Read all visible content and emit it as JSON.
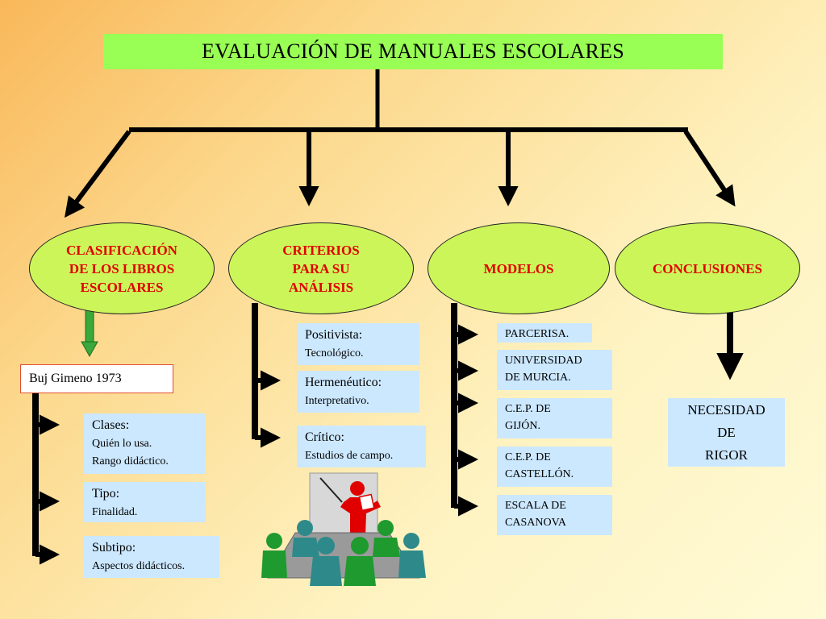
{
  "title": "EVALUACIÓN DE MANUALES ESCOLARES",
  "nodes": {
    "clasificacion": "CLASIFICACIÓN\nDE LOS LIBROS\nESCOLARES",
    "criterios": "CRITERIOS\nPARA SU\nANÁLISIS",
    "modelos": "MODELOS",
    "conclusiones": "CONCLUSIONES"
  },
  "clasificacion": {
    "author": "Buj Gimeno 1973",
    "items": [
      {
        "head": "Clases:",
        "sub": [
          "Quién lo usa.",
          "Rango didáctico."
        ]
      },
      {
        "head": "Tipo:",
        "sub": [
          "Finalidad."
        ]
      },
      {
        "head": "Subtipo:",
        "sub": [
          "Aspectos didácticos."
        ]
      }
    ]
  },
  "criterios": {
    "items": [
      {
        "head": "Positivista:",
        "sub": "Tecnológico."
      },
      {
        "head": "Hermenéutico:",
        "sub": "Interpretativo."
      },
      {
        "head": "Crítico:",
        "sub": "Estudios de campo."
      }
    ]
  },
  "modelos": {
    "items": [
      "PARCERISA.",
      "UNIVERSIDAD\n DE MURCIA.",
      "C.E.P. DE\nGIJÓN.",
      "C.E.P. DE\nCASTELLÓN.",
      "ESCALA DE\nCASANOVA"
    ]
  },
  "conclusiones": {
    "text": "NECESIDAD\nDE\nRIGOR"
  },
  "colors": {
    "title_bg": "#99ff55",
    "ellipse_bg": "#ccf55a",
    "ellipse_text": "#e00000",
    "box_bg": "#cce8ff",
    "green_arrow": "#3aa83a"
  },
  "icons": {
    "classroom": "teacher-with-students-illustration"
  }
}
